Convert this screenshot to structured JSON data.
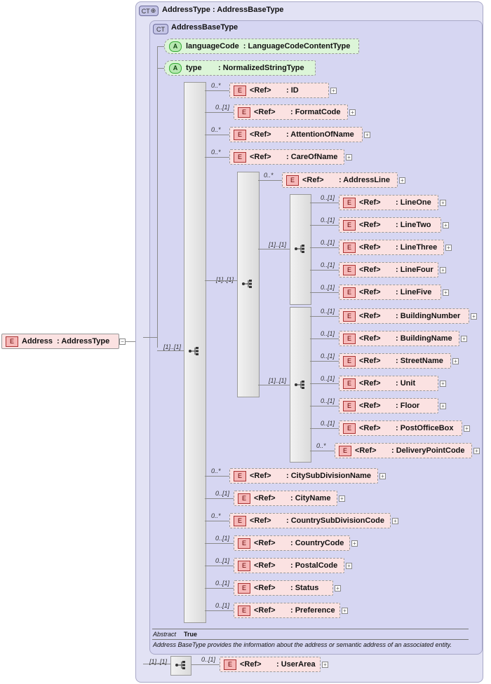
{
  "address": {
    "badge": "E",
    "name": "Address",
    "type": ": AddressType"
  },
  "outer": {
    "badge": "CT",
    "title": "AddressType",
    "base": ": AddressBaseType"
  },
  "inner": {
    "badge": "CT",
    "title": "AddressBaseType"
  },
  "attributes": [
    {
      "badge": "A",
      "name": "languageCode",
      "type": ": LanguageCodeContentType"
    },
    {
      "badge": "A",
      "name": "type",
      "type": ": NormalizedStringType"
    }
  ],
  "ref_label": "<Ref>",
  "elements": {
    "ID": {
      "card": "0..*",
      "name": ": ID"
    },
    "FormatCode": {
      "card": "0..[1]",
      "name": ": FormatCode"
    },
    "AttentionOfName": {
      "card": "0..*",
      "name": ": AttentionOfName"
    },
    "CareOfName": {
      "card": "0..*",
      "name": ": CareOfName"
    },
    "AddressLine": {
      "card": "0..*",
      "name": ": AddressLine"
    },
    "LineOne": {
      "card": "0..[1]",
      "name": ": LineOne"
    },
    "LineTwo": {
      "card": "0..[1]",
      "name": ": LineTwo"
    },
    "LineThree": {
      "card": "0..[1]",
      "name": ": LineThree"
    },
    "LineFour": {
      "card": "0..[1]",
      "name": ": LineFour"
    },
    "LineFive": {
      "card": "0..[1]",
      "name": ": LineFive"
    },
    "BuildingNumber": {
      "card": "0..[1]",
      "name": ": BuildingNumber"
    },
    "BuildingName": {
      "card": "0..[1]",
      "name": ": BuildingName"
    },
    "StreetName": {
      "card": "0..[1]",
      "name": ": StreetName"
    },
    "Unit": {
      "card": "0..[1]",
      "name": ": Unit"
    },
    "Floor": {
      "card": "0..[1]",
      "name": ": Floor"
    },
    "PostOfficeBox": {
      "card": "0..[1]",
      "name": ": PostOfficeBox"
    },
    "DeliveryPointCode": {
      "card": "0..*",
      "name": ": DeliveryPointCode"
    },
    "CitySubDivisionName": {
      "card": "0..*",
      "name": ": CitySubDivisionName"
    },
    "CityName": {
      "card": "0..[1]",
      "name": ": CityName"
    },
    "CountrySubDivisionCode": {
      "card": "0..*",
      "name": ": CountrySubDivisionCode"
    },
    "CountryCode": {
      "card": "0..[1]",
      "name": ": CountryCode"
    },
    "PostalCode": {
      "card": "0..[1]",
      "name": ": PostalCode"
    },
    "Status": {
      "card": "0..[1]",
      "name": ": Status"
    },
    "Preference": {
      "card": "0..[1]",
      "name": ": Preference"
    },
    "UserArea": {
      "card": "0..[1]",
      "name": ": UserArea"
    }
  },
  "seq_cards": {
    "main": "[1]..[1]",
    "lines_group": "[1]..[1]",
    "line_seq": "[1]..[1]",
    "building_seq": "[1]..[1]",
    "user_seq": "[1]..[1]"
  },
  "footer": {
    "abstract_label": "Abstract",
    "abstract_value": "True",
    "doc": "Address BaseType provides the information about the address or semantic address of an associated entity."
  }
}
